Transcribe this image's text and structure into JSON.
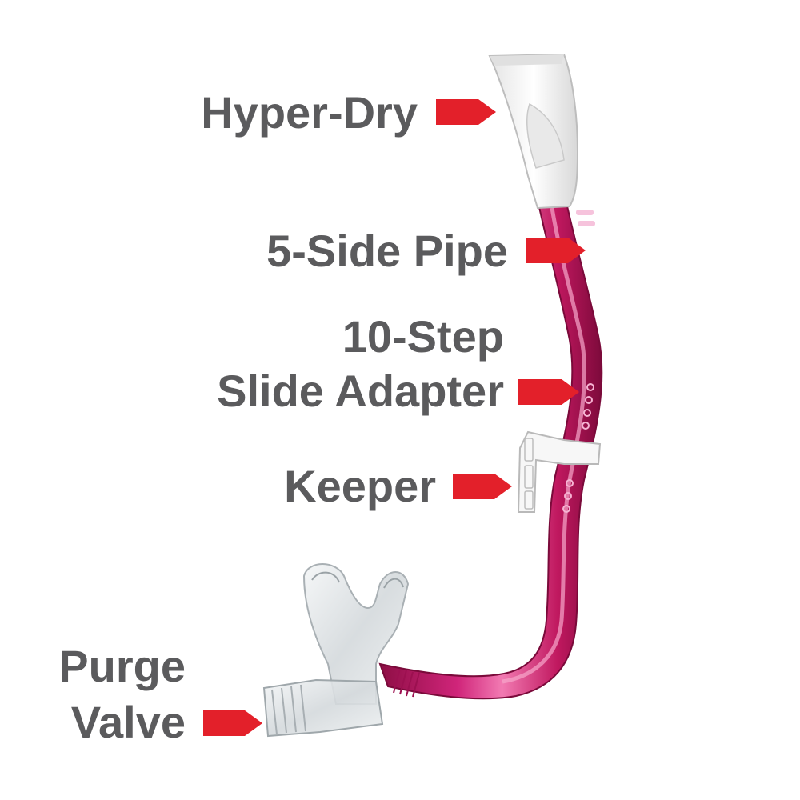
{
  "labels": {
    "hyper_dry": "Hyper-Dry",
    "five_side_pipe": "5-Side Pipe",
    "slide_adapter_line1": "10-Step",
    "slide_adapter_line2": "Slide Adapter",
    "keeper": "Keeper",
    "purge_line1": "Purge",
    "purge_line2": "Valve"
  },
  "colors": {
    "label_text": "#5b5b5d",
    "arrow": "#e3202a",
    "tube": "#c0185f",
    "tube_highlight": "#f06aa8",
    "top_cap": "#f2f2f2",
    "clear_parts": "#dfe3e6"
  }
}
